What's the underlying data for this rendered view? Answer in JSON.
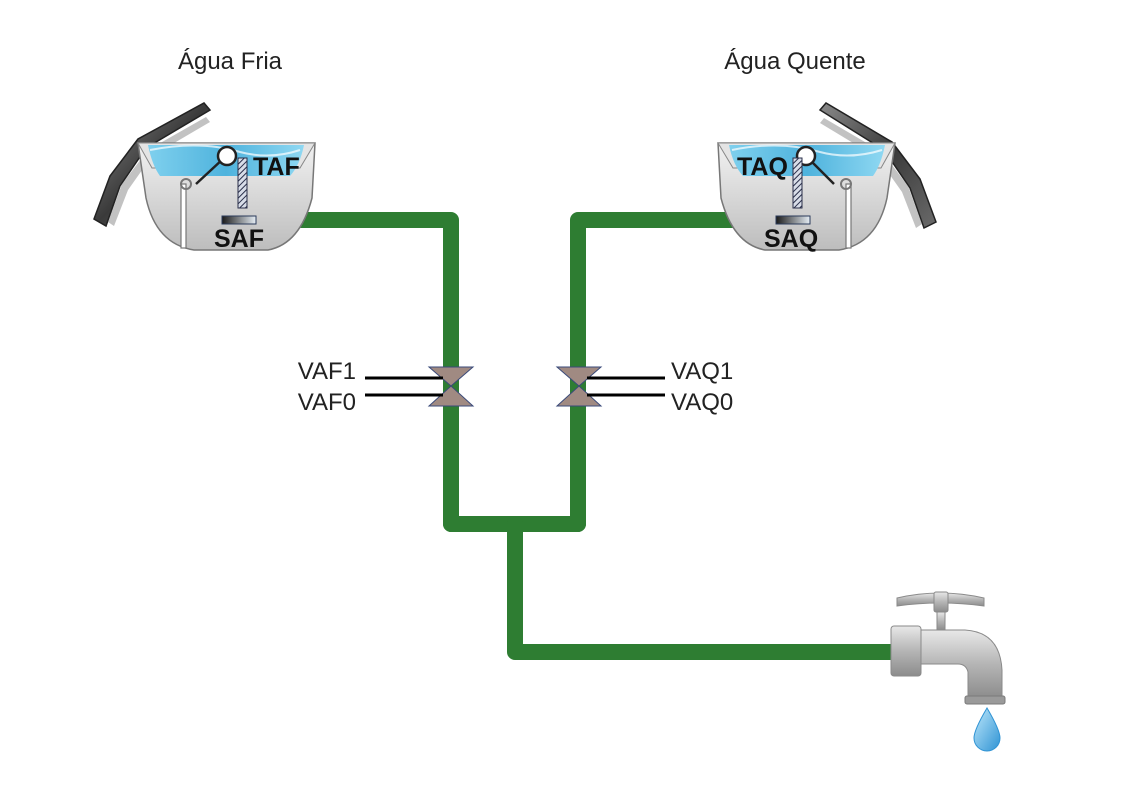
{
  "tanks": {
    "cold": {
      "title": "Água Fria",
      "temp_sensor": "TAF",
      "level_sensor": "SAF"
    },
    "hot": {
      "title": "Água Quente",
      "temp_sensor": "TAQ",
      "level_sensor": "SAQ"
    }
  },
  "valves": {
    "cold": {
      "open_signal": "VAF1",
      "close_signal": "VAF0"
    },
    "hot": {
      "open_signal": "VAQ1",
      "close_signal": "VAQ0"
    }
  },
  "colors": {
    "pipe": "#2e7d32",
    "water": "#4fb3dd",
    "valve": "#a08a82",
    "tank_body": "#d6d6d6",
    "lid": "#4a4a4a",
    "drop": "#3aa0dc"
  }
}
